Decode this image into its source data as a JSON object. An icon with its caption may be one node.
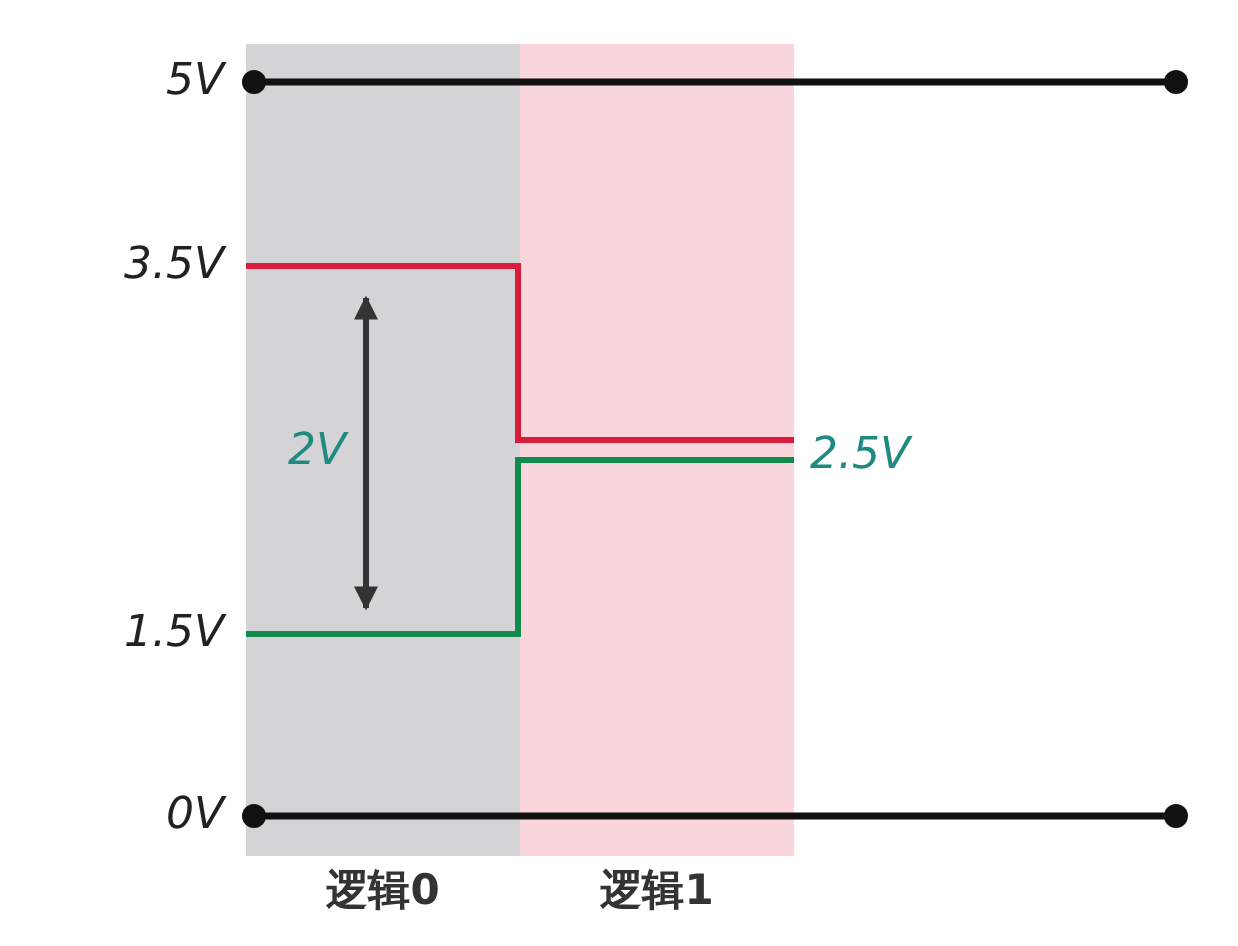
{
  "diagram": {
    "nodes": [
      {
        "text": [
          "逻辑0"
        ]
      },
      {
        "text": [
          "逻辑1"
        ]
      }
    ],
    "labels": [
      "5V",
      "3.5V",
      "1.5V",
      "0V",
      "2V",
      "2.5V"
    ]
  }
}
